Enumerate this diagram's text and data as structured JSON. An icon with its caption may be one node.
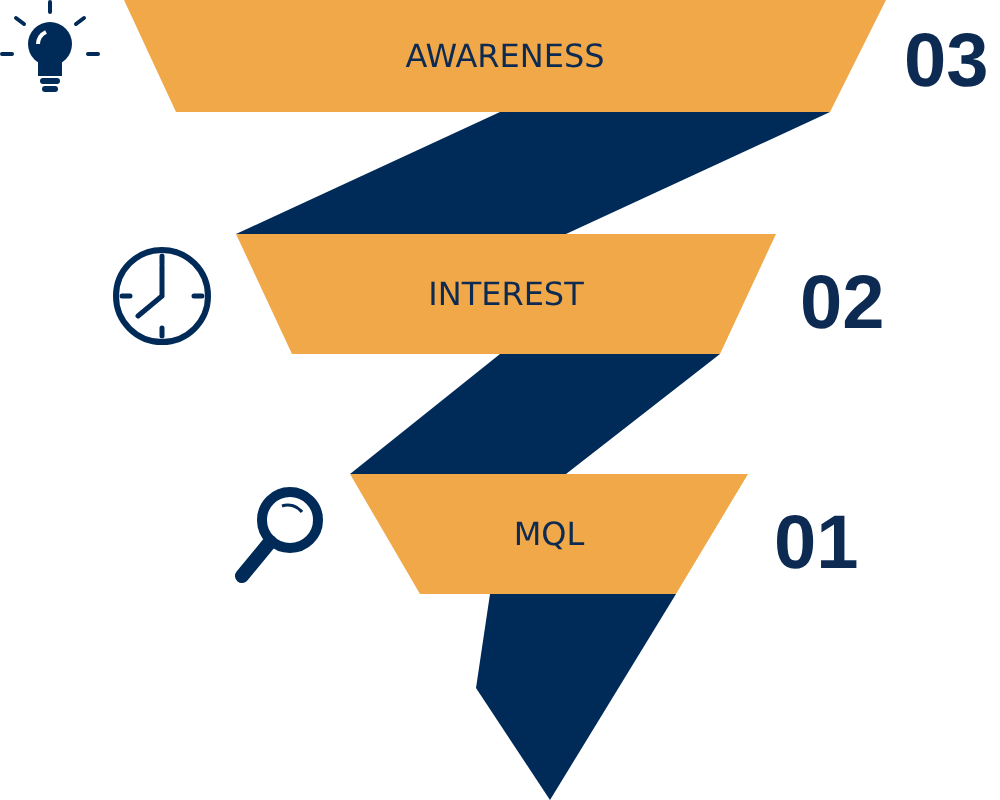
{
  "diagram": {
    "nodes": [
      {
        "text": [
          "AWARENESS"
        ],
        "beside": [
          "03"
        ]
      },
      {
        "text": [
          "INTEREST"
        ],
        "beside": [
          "02"
        ]
      },
      {
        "text": [
          "MQL"
        ],
        "beside": [
          "01"
        ]
      }
    ]
  }
}
